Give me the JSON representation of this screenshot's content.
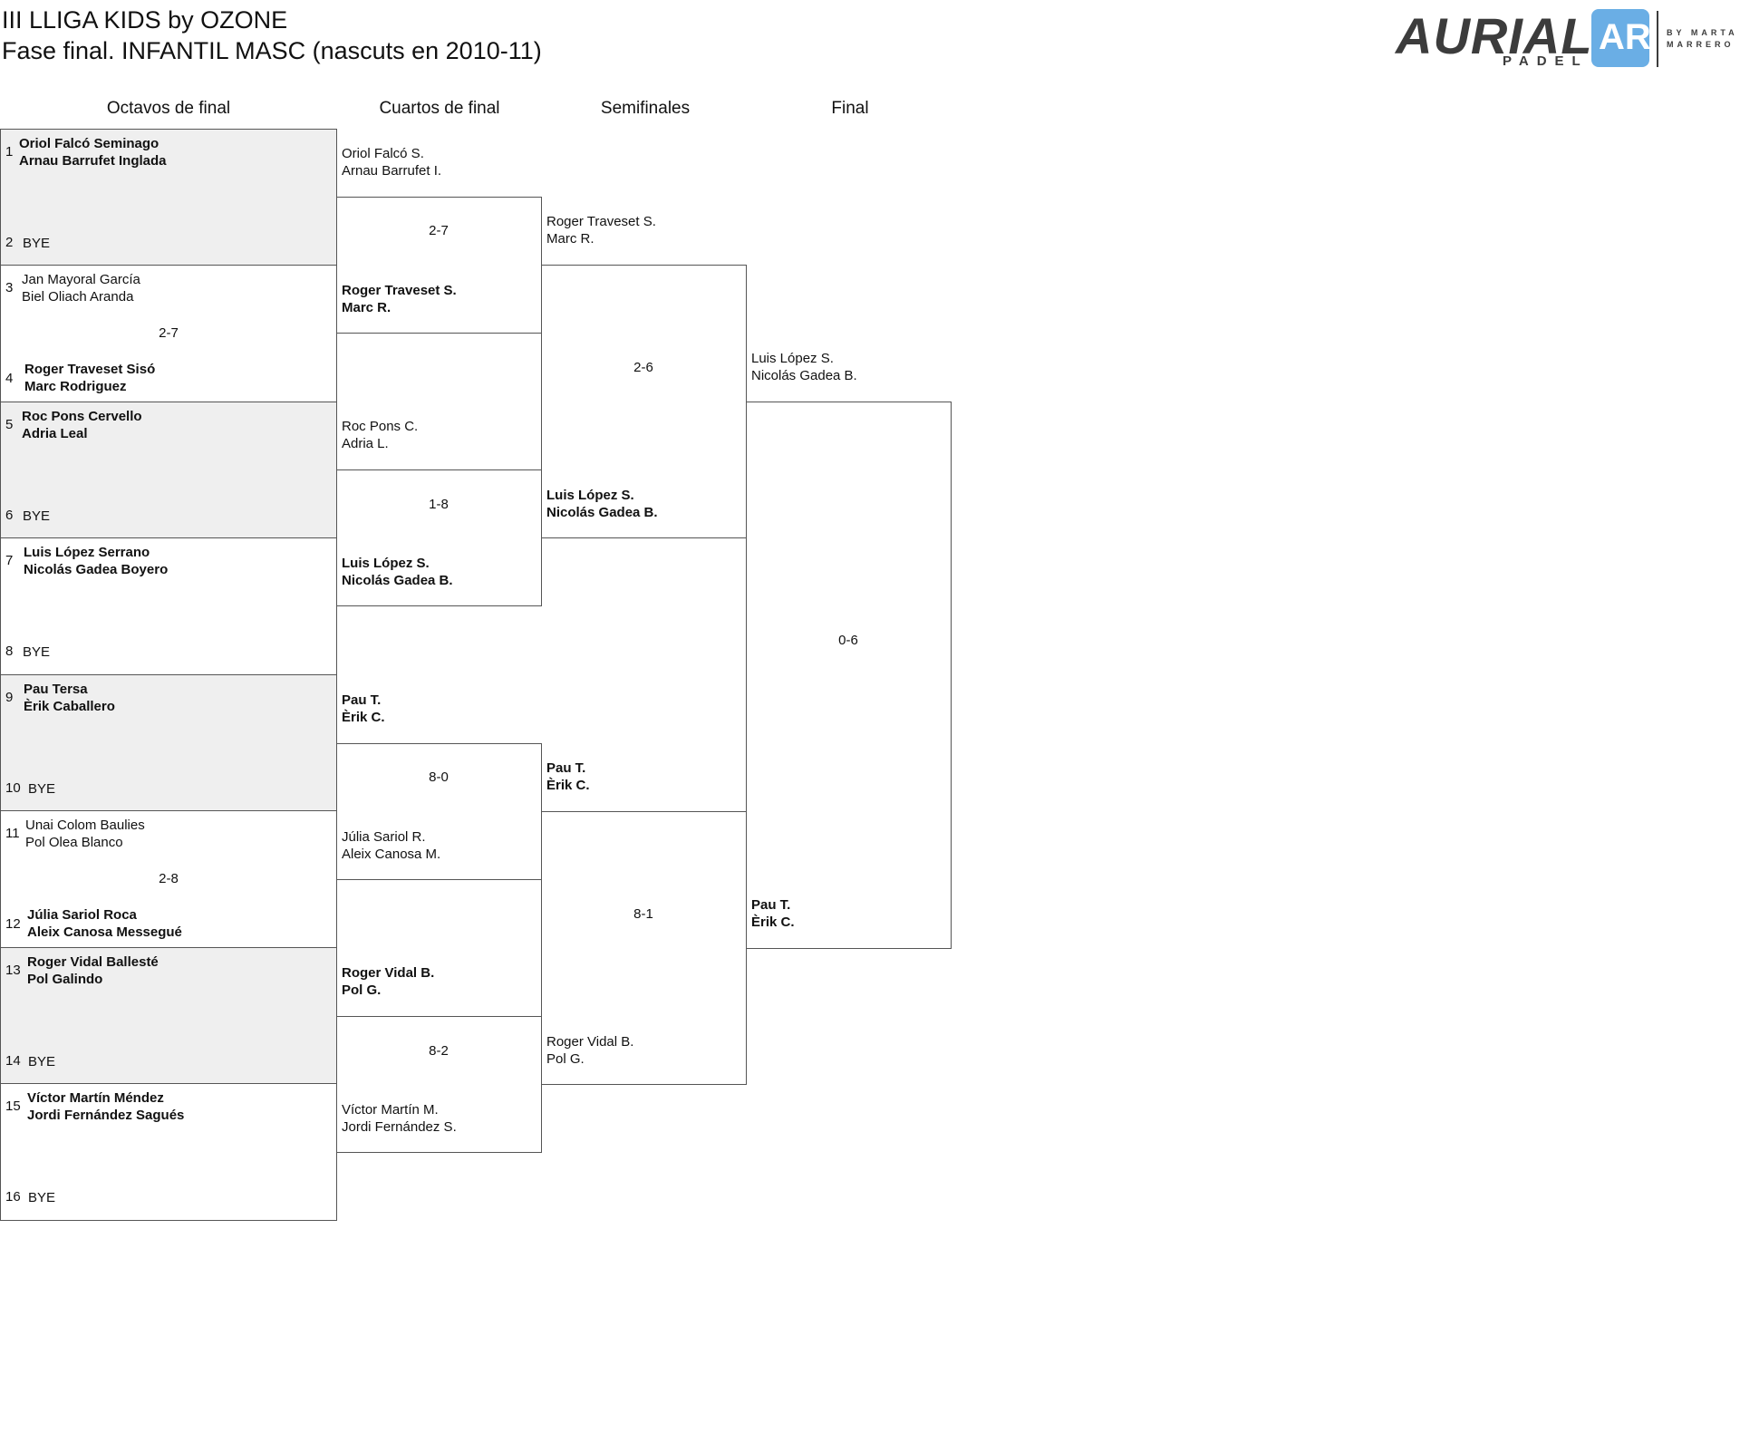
{
  "header": {
    "title": "III LLIGA KIDS by OZONE",
    "subtitle": "Fase final. INFANTIL MASC (nascuts en 2010-11)"
  },
  "logo": {
    "word": "AURIAL",
    "sub": "PADEL",
    "badge": "AR",
    "by_line_1": "BY MARTA",
    "by_line_2": "MARRERO",
    "brand_color": "#6aaee5"
  },
  "rounds": {
    "octavos": "Octavos de final",
    "cuartos": "Cuartos de final",
    "semis": "Semifinales",
    "final": "Final"
  },
  "octavos": [
    {
      "seed_a": "1",
      "a1": "Oriol Falcó Seminago",
      "a2": "Arnau Barrufet Inglada",
      "seed_b": "2",
      "b": "BYE",
      "score": ""
    },
    {
      "seed_a": "3",
      "a1": "Jan Mayoral García",
      "a2": "Biel Oliach Aranda",
      "seed_b": "4",
      "b1": "Roger Traveset Sisó",
      "b2": "Marc Rodriguez",
      "score": "2-7"
    },
    {
      "seed_a": "5",
      "a1": "Roc Pons Cervello",
      "a2": "Adria Leal",
      "seed_b": "6",
      "b": "BYE",
      "score": ""
    },
    {
      "seed_a": "7",
      "a1": "Luis López Serrano",
      "a2": "Nicolás Gadea Boyero",
      "seed_b": "8",
      "b": "BYE",
      "score": ""
    },
    {
      "seed_a": "9",
      "a1": "Pau Tersa",
      "a2": "Èrik Caballero",
      "seed_b": "10",
      "b": "BYE",
      "score": ""
    },
    {
      "seed_a": "11",
      "a1": "Unai Colom Baulies",
      "a2": "Pol Olea Blanco",
      "seed_b": "12",
      "b1": "Júlia Sariol Roca",
      "b2": "Aleix Canosa Messegué",
      "score": "2-8"
    },
    {
      "seed_a": "13",
      "a1": "Roger Vidal Ballesté",
      "a2": "Pol Galindo",
      "seed_b": "14",
      "b": "BYE",
      "score": ""
    },
    {
      "seed_a": "15",
      "a1": "Víctor Martín Méndez",
      "a2": "Jordi Fernández Sagués",
      "seed_b": "16",
      "b": "BYE",
      "score": ""
    }
  ],
  "cuartos": [
    {
      "a1": "Oriol Falcó S.",
      "a2": "Arnau Barrufet I.",
      "b1": "Roger Traveset S.",
      "b2": "Marc R.",
      "score": "2-7"
    },
    {
      "a1": "Roc Pons C.",
      "a2": "Adria L.",
      "b1": "Luis López S.",
      "b2": "Nicolás Gadea B.",
      "score": "1-8"
    },
    {
      "a1": "Pau T.",
      "a2": "Èrik C.",
      "b1": "Júlia Sariol R.",
      "b2": "Aleix Canosa M.",
      "score": "8-0"
    },
    {
      "a1": "Roger Vidal B.",
      "a2": "Pol G.",
      "b1": "Víctor Martín M.",
      "b2": "Jordi Fernández S.",
      "score": "8-2"
    }
  ],
  "semis": [
    {
      "a1": "Roger Traveset S.",
      "a2": "Marc R.",
      "b1": "Luis López S.",
      "b2": "Nicolás Gadea B.",
      "score": "2-6"
    },
    {
      "a1": "Pau T.",
      "a2": "Èrik C.",
      "b1": "Roger Vidal B.",
      "b2": "Pol G.",
      "score": "8-1"
    }
  ],
  "final": {
    "a1": "Luis López S.",
    "a2": "Nicolás Gadea B.",
    "b1": "Pau T.",
    "b2": "Èrik C.",
    "score": "0-6"
  }
}
